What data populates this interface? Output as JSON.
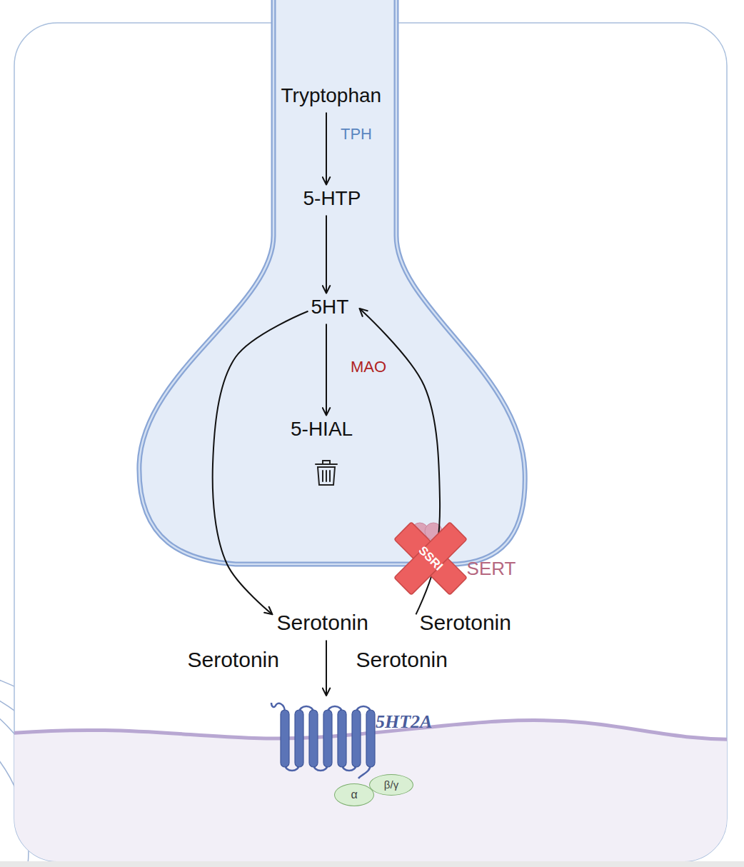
{
  "diagram": {
    "nodes": [
      {
        "text": [
          "Tryptophan"
        ]
      },
      {
        "text": [
          "5-HTP"
        ]
      },
      {
        "text": [
          "5HT"
        ]
      },
      {
        "text": [
          "5-HIAL"
        ]
      },
      {
        "text": [
          "SSRI"
        ]
      },
      {
        "text": [
          "Serotonin"
        ]
      },
      {
        "text": [
          "Serotonin"
        ]
      },
      {
        "text": [
          "Serotonin"
        ]
      },
      {
        "text": [
          "Serotonin"
        ]
      },
      {
        "text": [
          "5HT2A"
        ]
      },
      {
        "text": [
          "α"
        ]
      },
      {
        "text": [
          "β/γ"
        ]
      }
    ],
    "edges": [
      {
        "from": 0,
        "to": 1,
        "label": "TPH",
        "arrow": "to"
      },
      {
        "from": 1,
        "to": 2,
        "arrow": "to"
      },
      {
        "from": 2,
        "to": 3,
        "label": "MAO",
        "arrow": "to"
      },
      {
        "from": 2,
        "to": 5,
        "arrow": "to"
      },
      {
        "from": 6,
        "to": 2,
        "arrow": "to"
      },
      {
        "from": 5,
        "to": 9,
        "arrow": "to"
      }
    ],
    "labels": [
      "SERT"
    ]
  }
}
